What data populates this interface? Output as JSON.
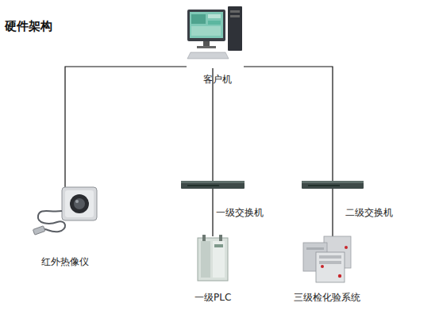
{
  "diagram": {
    "title": "硬件架构",
    "nodes": [
      {
        "text": [
          "客户机"
        ]
      },
      {
        "text": [
          "红外热像仪"
        ]
      },
      {
        "text": [
          "一级交换机"
        ]
      },
      {
        "text": [
          "一级PLC"
        ]
      },
      {
        "text": [
          "二级交换机"
        ]
      },
      {
        "text": [
          "三级检化验系统"
        ]
      }
    ],
    "edges": [
      {
        "from": 0,
        "to": 1,
        "arrow": "none"
      },
      {
        "from": 0,
        "to": 2,
        "arrow": "none"
      },
      {
        "from": 2,
        "to": 3,
        "arrow": "none"
      },
      {
        "from": 0,
        "to": 4,
        "arrow": "none"
      },
      {
        "from": 4,
        "to": 5,
        "arrow": "none"
      }
    ]
  }
}
